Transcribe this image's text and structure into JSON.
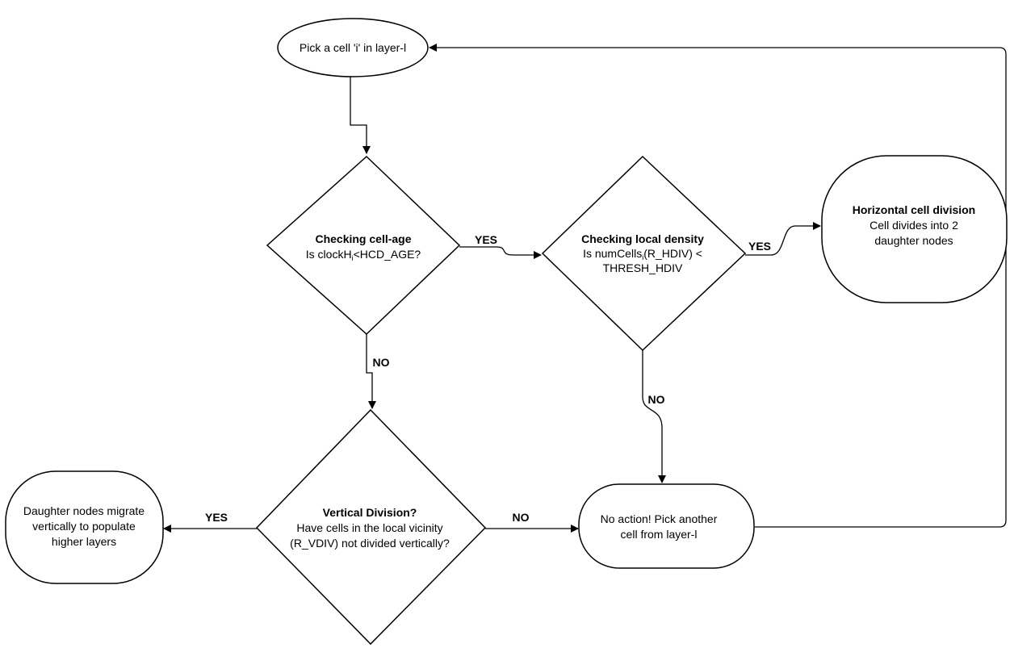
{
  "nodes": {
    "start": {
      "line1": "Pick a cell 'i' in layer-l"
    },
    "age_check": {
      "title": "Checking cell-age",
      "line1_pre": "Is clockH",
      "line1_sub": "i",
      "line1_post": "<HCD_AGE?"
    },
    "density_check": {
      "title": "Checking local density",
      "line1_pre": "Is numCells",
      "line1_sub": "i",
      "line1_post": "(R_HDIV) <",
      "line2": "THRESH_HDIV"
    },
    "horizontal_division": {
      "title": "Horizontal cell division",
      "line1": "Cell divides into 2",
      "line2": "daughter nodes"
    },
    "vertical_check": {
      "title": "Vertical Division?",
      "line1": "Have cells in the local vicinity",
      "line2": "(R_VDIV) not divided vertically?"
    },
    "migrate": {
      "line1": "Daughter nodes migrate",
      "line2": "vertically to populate",
      "line3": "higher layers"
    },
    "no_action": {
      "line1": "No action! Pick another",
      "line2": "cell from layer-l"
    }
  },
  "edge_labels": {
    "age_yes": "YES",
    "age_no": "NO",
    "density_yes": "YES",
    "density_no": "NO",
    "vertical_yes": "YES",
    "vertical_no": "NO"
  },
  "colors": {
    "stroke": "#000000",
    "fill": "#ffffff"
  }
}
